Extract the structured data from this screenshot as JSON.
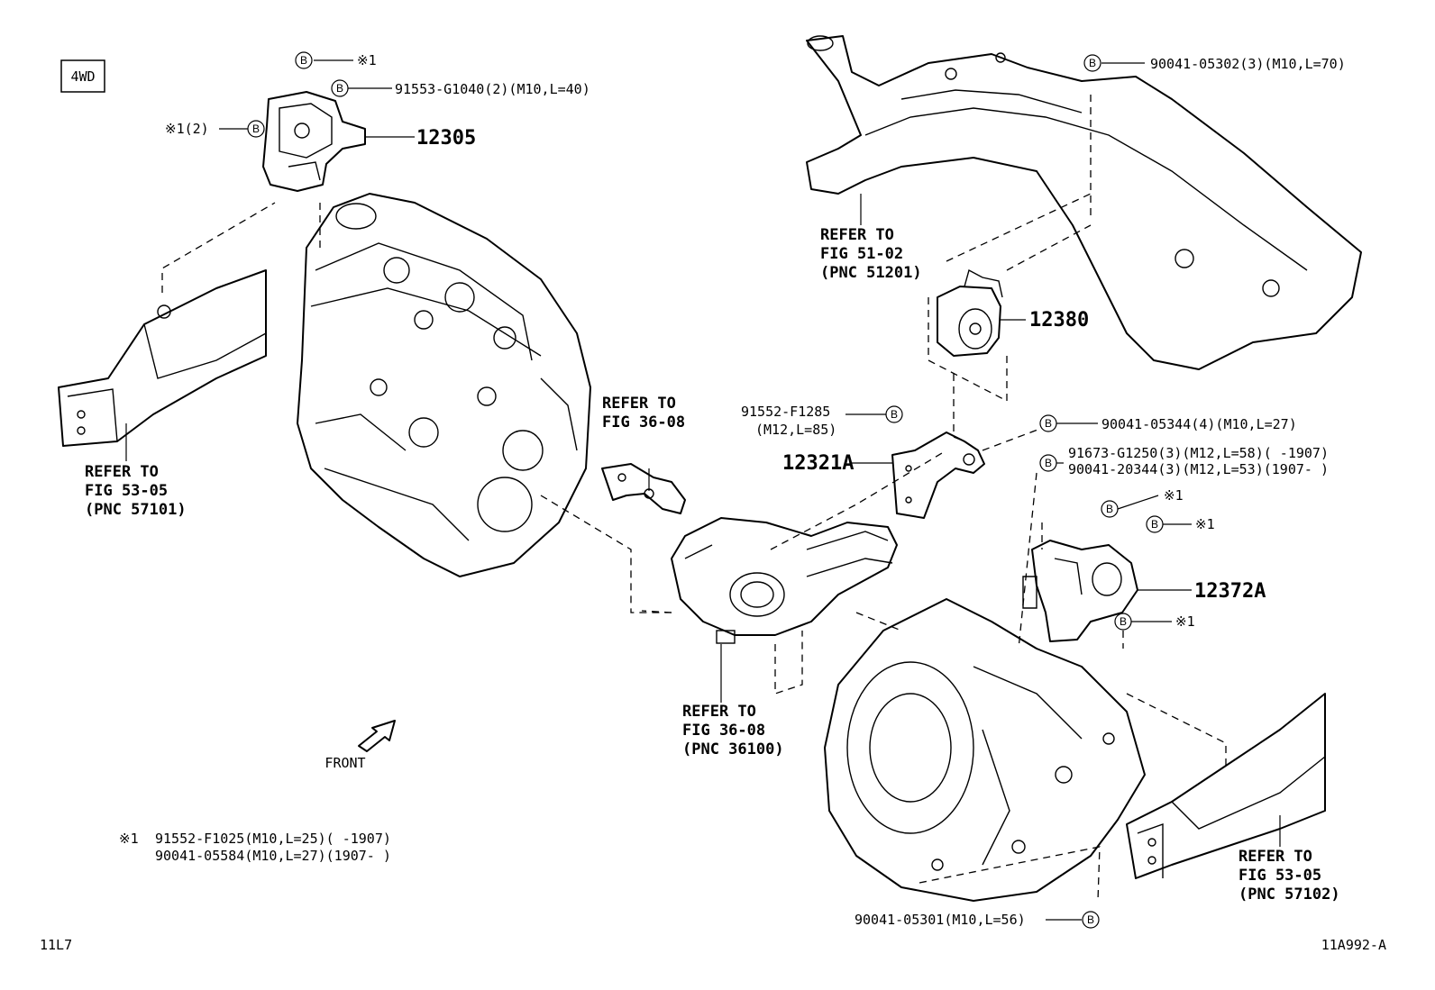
{
  "badge": "4WD",
  "footer_left": "11L7",
  "footer_right": "11A992-A",
  "front_label": "FRONT",
  "bolt_symbol": "B",
  "note_mark": "※1",
  "note_mark_qty": "※1(2)",
  "parts": {
    "p12305": "12305",
    "p12380": "12380",
    "p12321A": "12321A",
    "p12372A": "12372A"
  },
  "bolts": {
    "b91553": "91553-G1040(2)(M10,L=40)",
    "b90041_05302": "90041-05302(3)(M10,L=70)",
    "b91552_F1285": "91552-F1285",
    "b91552_F1285_spec": "(M12,L=85)",
    "b90041_05344": "90041-05344(4)(M10,L=27)",
    "b91673": "91673-G1250(3)(M12,L=58)(      -1907)",
    "b90041_20344": "90041-20344(3)(M12,L=53)(1907-      )",
    "b90041_05301": "90041-05301(M10,L=56)"
  },
  "refs": {
    "r5102": [
      "REFER TO",
      "FIG 51-02",
      "(PNC 51201)"
    ],
    "r3608a": [
      "REFER TO",
      "FIG 36-08"
    ],
    "r3608b": [
      "REFER TO",
      "FIG 36-08",
      "(PNC 36100)"
    ],
    "r5305a": [
      "REFER TO",
      "FIG 53-05",
      "(PNC 57101)"
    ],
    "r5305b": [
      "REFER TO",
      "FIG 53-05",
      "(PNC 57102)"
    ]
  },
  "footnote": {
    "mark": "※1",
    "line1": "91552-F1025(M10,L=25)(      -1907)",
    "line2": "90041-05584(M10,L=27)(1907-      )"
  }
}
